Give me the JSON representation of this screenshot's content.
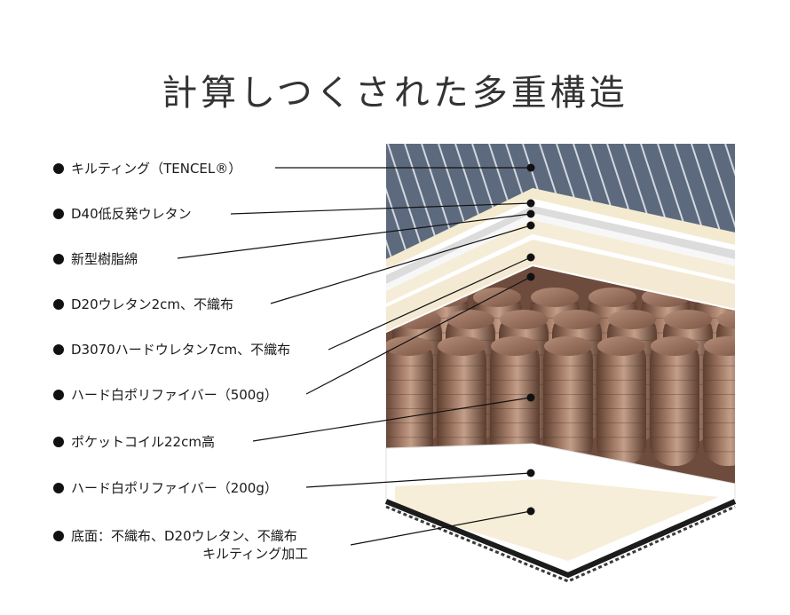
{
  "title": "計算しつくされた多重構造",
  "layers": [
    {
      "label": "キルティング（TENCEL®）"
    },
    {
      "label": "D40低反発ウレタン"
    },
    {
      "label": "新型樹脂綿"
    },
    {
      "label": "D20ウレタン2cm、不織布"
    },
    {
      "label": "D3070ハードウレタン7cm、不織布"
    },
    {
      "label": "ハード白ポリファイバー（500g）"
    },
    {
      "label": "ポケットコイル22cm高"
    },
    {
      "label": "ハード白ポリファイバー（200g）"
    },
    {
      "label": "底面：不織布、D20ウレタン、不織布",
      "label_cont": "キルティング加工"
    }
  ],
  "colors": {
    "quilt": "#5d6a7d",
    "stripe": "#e8ecf2",
    "coil": "#8a6452",
    "foam_cream": "#f5ecd6",
    "base_border": "#1c1c1c",
    "leader": "#111111"
  }
}
